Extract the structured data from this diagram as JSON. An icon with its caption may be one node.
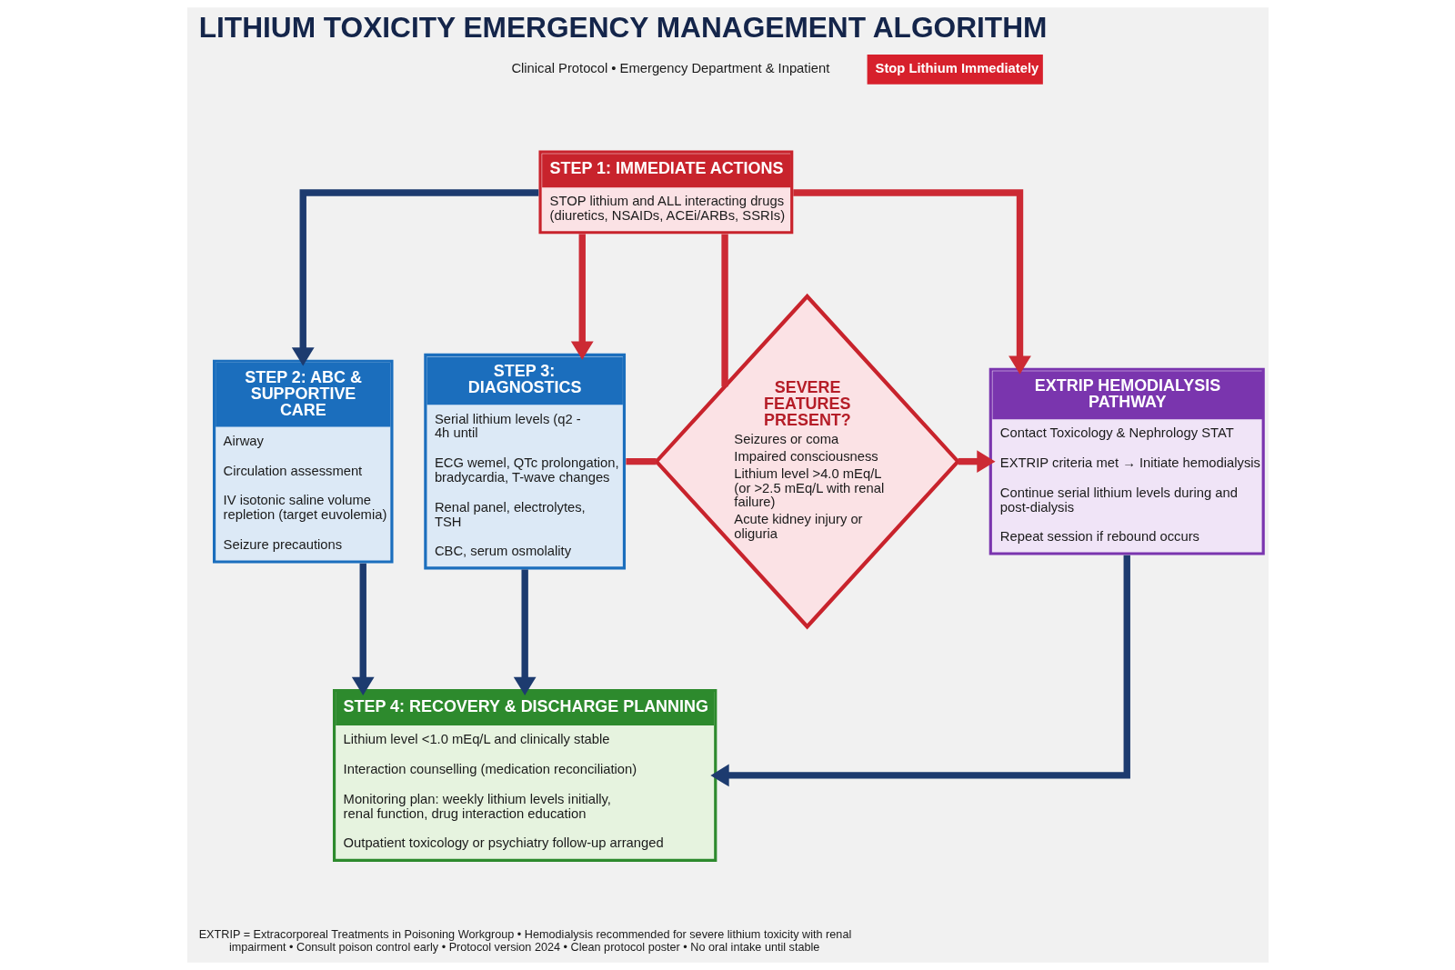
{
  "diagram": {
    "title": "LITHIUM TOXICITY EMERGENCY MANAGEMENT ALGORITHM",
    "nodes": [
      {
        "text": [
          "STEP 1: IMMEDIATE ACTIONS",
          "STOP lithium and ALL interacting drugs (diuretics, NSAIDs, ACEi/ARBs, SSRIs)"
        ]
      },
      {
        "text": [
          "STEP 2: ABC & SUPPORTIVE CARE",
          "Airway",
          "Circulation assessment",
          "IV isotonic saline volume repletion (target euvolemia)",
          "Seizure precautions"
        ]
      },
      {
        "text": [
          "STEP 3: DIAGNOSTICS",
          "Serial lithium levels (q2 - 4h until",
          "ECG wemel, QTc prolongation, bradycardia, T-wave changes",
          "Renal panel, electrolytes, TSH",
          "CBC, serum osmolality"
        ]
      },
      {
        "text": [
          "SEVERE FEATURES PRESENT?",
          "Seizures or coma",
          "Impaired consciousness",
          "Lithium level >4.0 mEq/L (or >2.5 mEq/L with renal failure)",
          "Acute kidney injury or oliguria"
        ]
      },
      {
        "text": [
          "EXTRIP HEMODIALYSIS PATHWAY",
          "Contact Toxicology & Nephrology STAT",
          "EXTRIP criteria met → Initiate hemodialysis",
          "Continue serial lithium levels during and post-dialysis",
          "Repeat session if rebound occurs"
        ]
      },
      {
        "text": [
          "STEP 4: RECOVERY & DISCHARGE PLANNING",
          "Lithium level <1.0 mEq/L and clinically stable",
          "Interaction counselling (medication reconciliation)",
          "Monitoring plan: weekly lithium levels initially, renal function, drug interaction education",
          "Outpatient toxicology or psychiatry follow-up arranged"
        ]
      }
    ],
    "edges": [
      {
        "from": 0,
        "to": 1,
        "arrow": "to",
        "color": "#1d3b6f"
      },
      {
        "from": 0,
        "to": 2,
        "arrow": "to"
      },
      {
        "from": 0,
        "to": 3,
        "arrow": "none"
      },
      {
        "from": 0,
        "to": 4,
        "arrow": "to"
      },
      {
        "from": 2,
        "to": 3,
        "arrow": "none"
      },
      {
        "from": 3,
        "to": 4,
        "arrow": "to"
      },
      {
        "from": 4,
        "to": 5,
        "arrow": "to",
        "color": "#1d3b6f"
      },
      {
        "from": 1,
        "to": 5,
        "arrow": "to",
        "color": "#1d3b6f"
      },
      {
        "from": 2,
        "to": 5,
        "arrow": "to",
        "color": "#1d3b6f"
      }
    ],
    "labels": [
      "Clinical Protocol • Emergency Department & Inpatient",
      "Stop Lithium Immediately",
      "EXTRIP = Extracorporeal Treatments in Poisoning Workgroup • Hemodialysis recommended for severe lithium toxicity with renal impairment • Consult poison control early • Protocol version 2024 • Clean protocol poster • No oral intake until stable"
    ]
  }
}
